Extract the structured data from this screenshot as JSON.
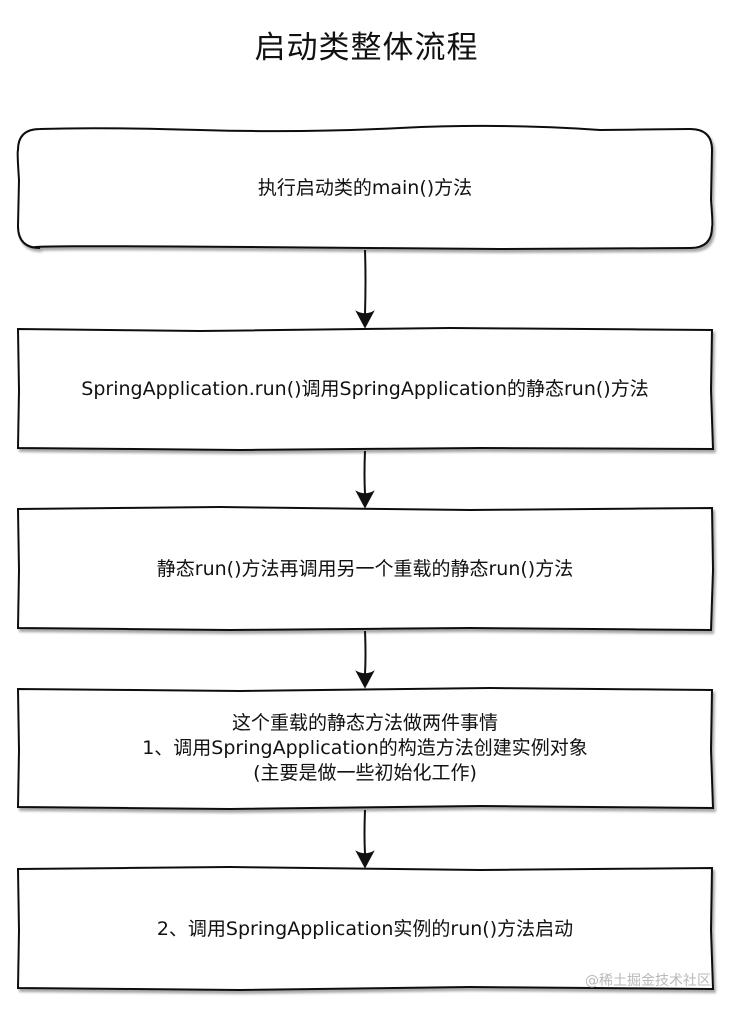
{
  "diagram": {
    "title": "启动类整体流程",
    "steps": [
      {
        "lines": [
          "执行启动类的main()方法"
        ]
      },
      {
        "lines": [
          "SpringApplication.run()调用SpringApplication的静态run()方法"
        ]
      },
      {
        "lines": [
          "静态run()方法再调用另一个重载的静态run()方法"
        ]
      },
      {
        "lines": [
          "这个重载的静态方法做两件事情",
          "1、调用SpringApplication的构造方法创建实例对象",
          "(主要是做一些初始化工作)"
        ]
      },
      {
        "lines": [
          "2、调用SpringApplication实例的run()方法启动"
        ]
      }
    ],
    "watermark": "@稀土掘金技术社区"
  }
}
